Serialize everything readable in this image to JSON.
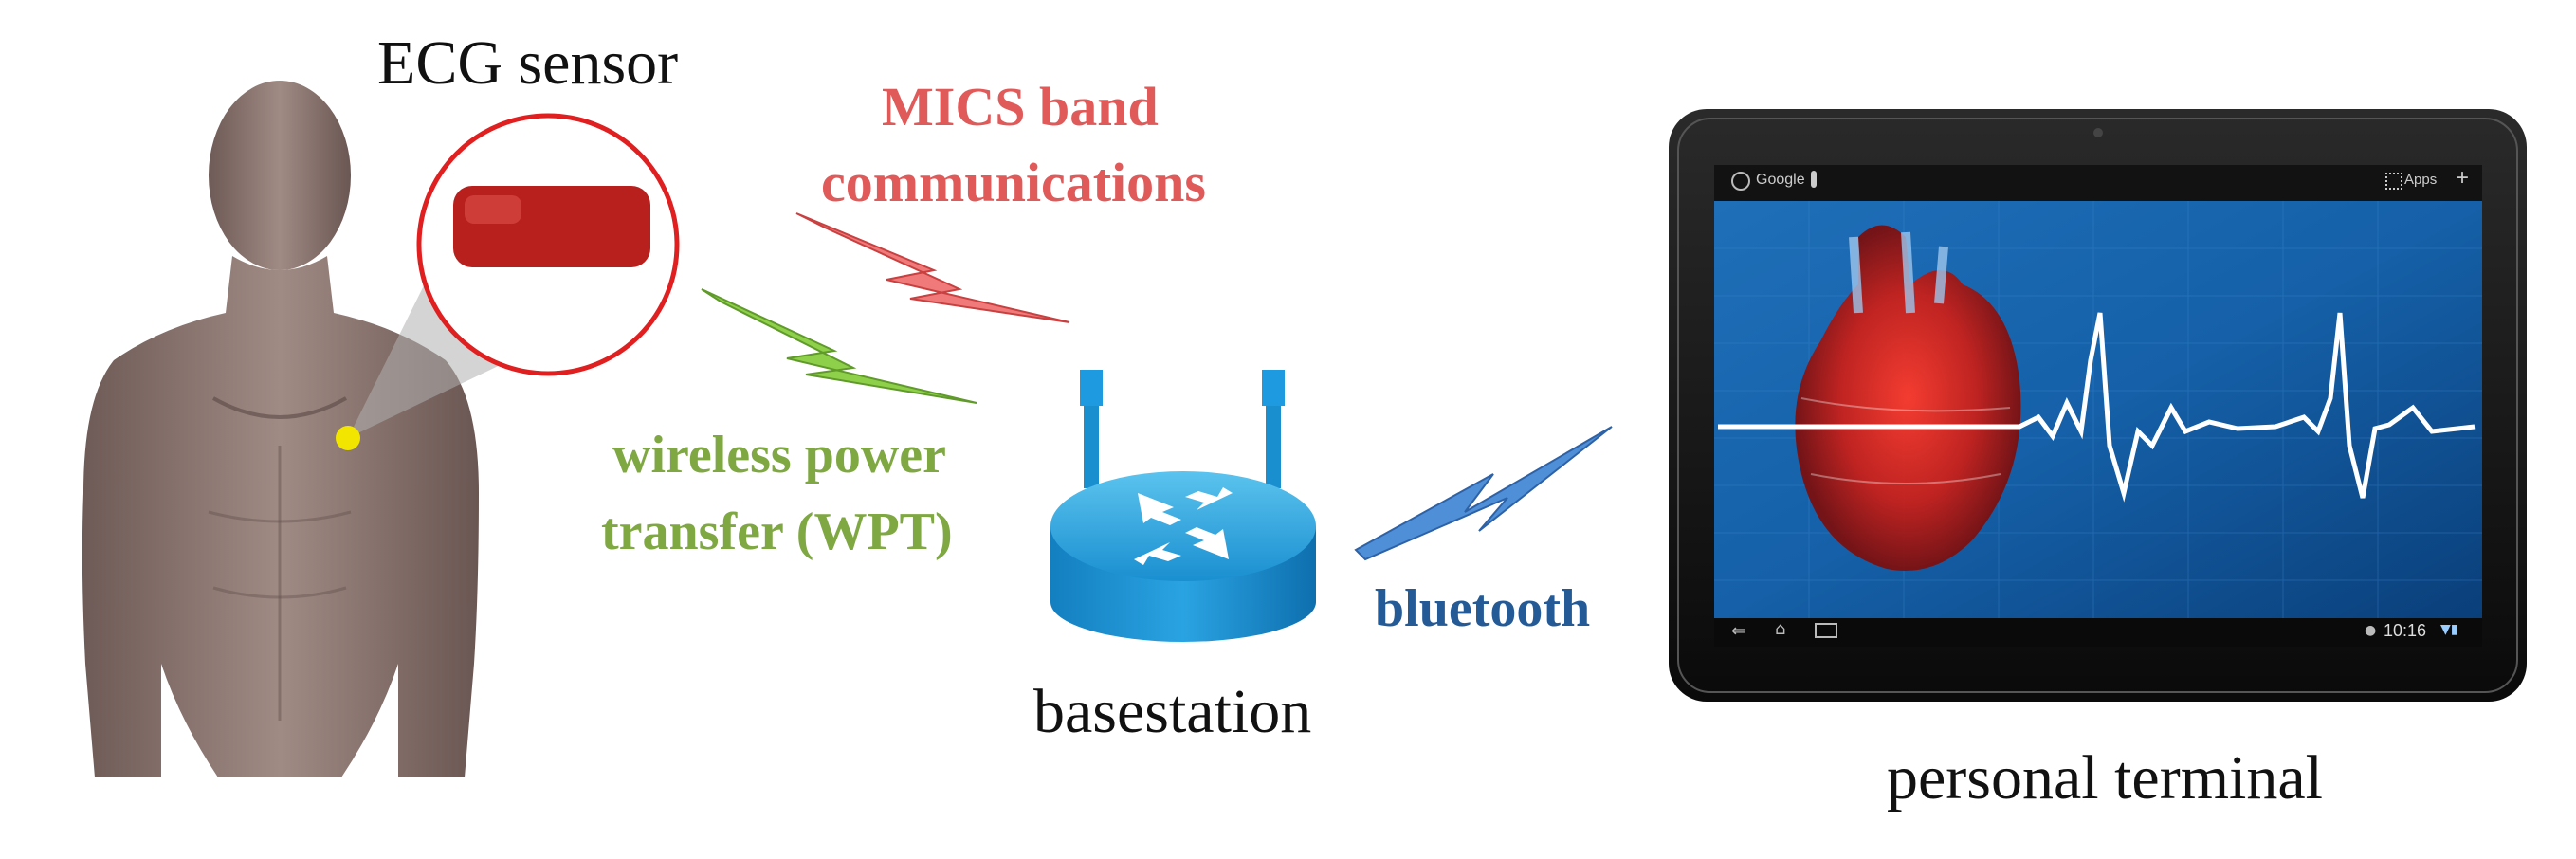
{
  "labels": {
    "ecg_sensor": "ECG sensor",
    "mics_line1": "MICS band",
    "mics_line2": "communications",
    "wpt_line1": "wireless power",
    "wpt_line2": "transfer (WPT)",
    "basestation": "basestation",
    "bluetooth": "bluetooth",
    "personal_terminal": "personal terminal"
  },
  "tablet_ui": {
    "search_text": "Google",
    "apps_text": "Apps",
    "clock": "10:16"
  },
  "colors": {
    "mics": "#e05a5a",
    "wpt": "#7fa843",
    "bluetooth": "#245a96",
    "sensor_ring": "#e02020",
    "sensor_dot": "#f2e600"
  }
}
